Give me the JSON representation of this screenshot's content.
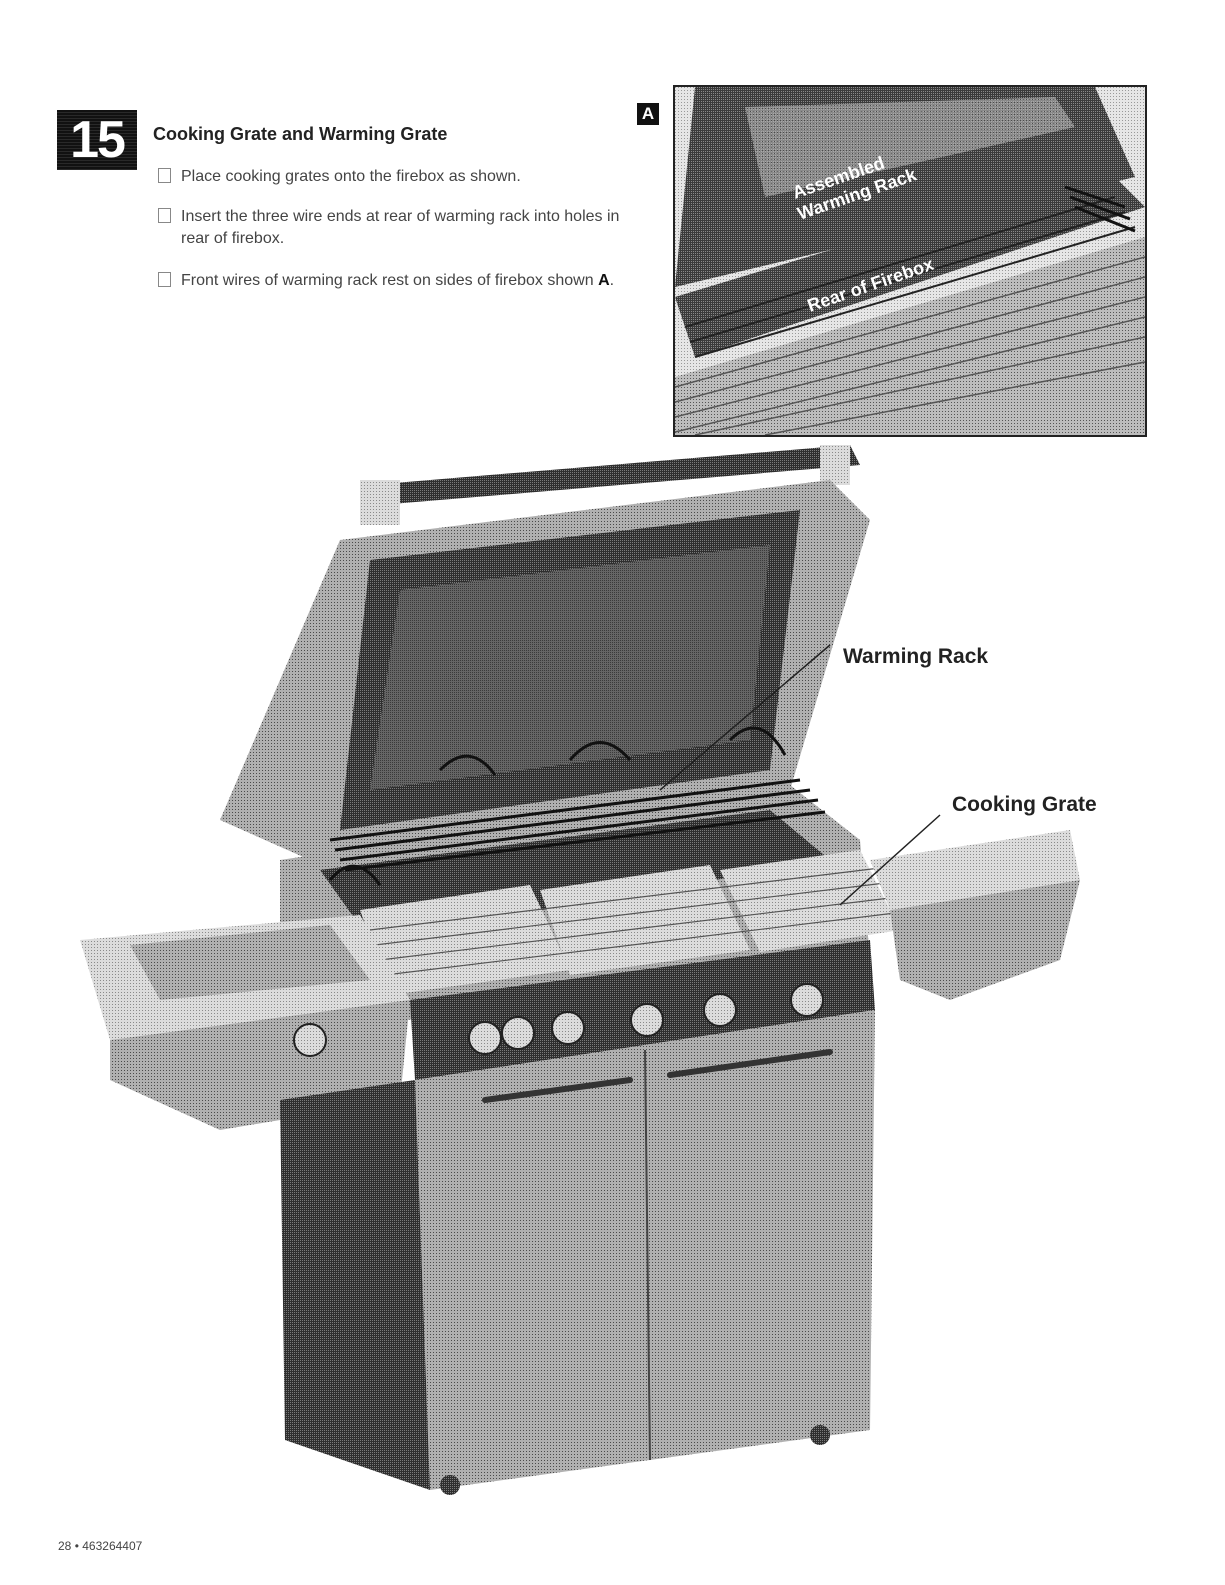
{
  "step": {
    "number": "15",
    "title": "Cooking Grate and Warming Grate"
  },
  "instructions": [
    "Place cooking grates onto the firebox as shown.",
    "Insert the three wire ends at rear of warming rack into holes in rear of firebox.",
    "Front wires of warming rack rest on sides of firebox shown"
  ],
  "instruction_ref": "A",
  "inset": {
    "badge": "A",
    "label_rack_line1": "Assembled",
    "label_rack_line2": "Warming Rack",
    "label_firebox": "Rear of Firebox"
  },
  "callouts": {
    "warming_rack": "Warming Rack",
    "cooking_grate": "Cooking Grate"
  },
  "footer": {
    "page": "28",
    "separator": "•",
    "doc_number": "463264407"
  }
}
